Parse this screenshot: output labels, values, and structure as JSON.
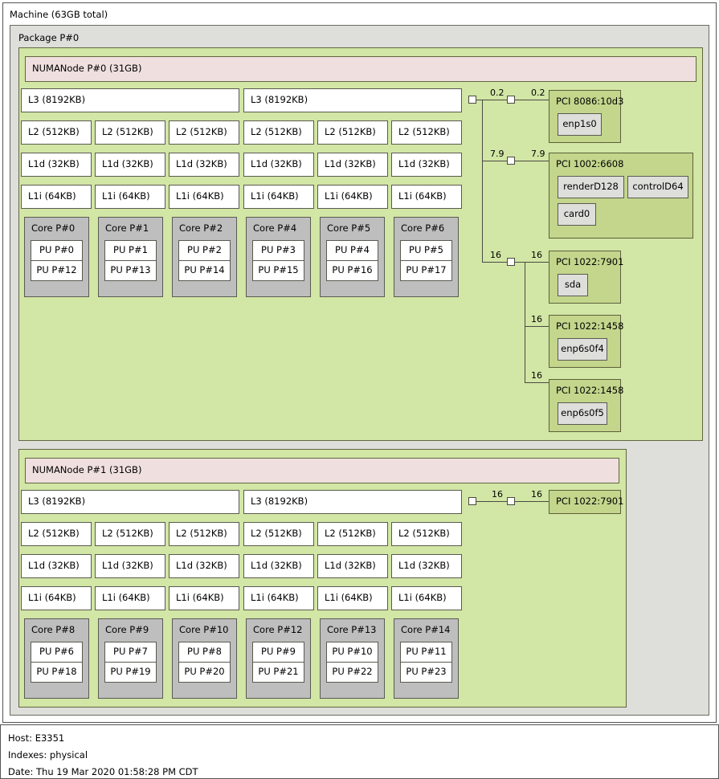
{
  "machine": {
    "label": "Machine (63GB total)"
  },
  "package": {
    "label": "Package P#0"
  },
  "groups": [
    {
      "numanode": {
        "label": "NUMANode P#0 (31GB)"
      },
      "l3": [
        {
          "label": "L3 (8192KB)"
        },
        {
          "label": "L3 (8192KB)"
        }
      ],
      "l2": [
        {
          "label": "L2 (512KB)"
        },
        {
          "label": "L2 (512KB)"
        },
        {
          "label": "L2 (512KB)"
        },
        {
          "label": "L2 (512KB)"
        },
        {
          "label": "L2 (512KB)"
        },
        {
          "label": "L2 (512KB)"
        }
      ],
      "l1d": [
        {
          "label": "L1d (32KB)"
        },
        {
          "label": "L1d (32KB)"
        },
        {
          "label": "L1d (32KB)"
        },
        {
          "label": "L1d (32KB)"
        },
        {
          "label": "L1d (32KB)"
        },
        {
          "label": "L1d (32KB)"
        }
      ],
      "l1i": [
        {
          "label": "L1i (64KB)"
        },
        {
          "label": "L1i (64KB)"
        },
        {
          "label": "L1i (64KB)"
        },
        {
          "label": "L1i (64KB)"
        },
        {
          "label": "L1i (64KB)"
        },
        {
          "label": "L1i (64KB)"
        }
      ],
      "cores": [
        {
          "label": "Core P#0",
          "pus": [
            {
              "label": "PU P#0"
            },
            {
              "label": "PU P#12"
            }
          ]
        },
        {
          "label": "Core P#1",
          "pus": [
            {
              "label": "PU P#1"
            },
            {
              "label": "PU P#13"
            }
          ]
        },
        {
          "label": "Core P#2",
          "pus": [
            {
              "label": "PU P#2"
            },
            {
              "label": "PU P#14"
            }
          ]
        },
        {
          "label": "Core P#4",
          "pus": [
            {
              "label": "PU P#3"
            },
            {
              "label": "PU P#15"
            }
          ]
        },
        {
          "label": "Core P#5",
          "pus": [
            {
              "label": "PU P#4"
            },
            {
              "label": "PU P#16"
            }
          ]
        },
        {
          "label": "Core P#6",
          "pus": [
            {
              "label": "PU P#5"
            },
            {
              "label": "PU P#17"
            }
          ]
        }
      ],
      "pci": [
        {
          "label": "PCI 8086:10d3",
          "bandwidth_left": "0.2",
          "bandwidth_right": "0.2",
          "osdevs": [
            {
              "label": "enp1s0"
            }
          ]
        },
        {
          "label": "PCI 1002:6608",
          "bandwidth_left": "7.9",
          "bandwidth_right": "7.9",
          "osdevs": [
            {
              "label": "renderD128"
            },
            {
              "label": "controlD64"
            },
            {
              "label": "card0"
            }
          ]
        },
        {
          "label": "PCI 1022:7901",
          "bandwidth_left": "16",
          "bandwidth_right": "16",
          "osdevs": [
            {
              "label": "sda"
            }
          ]
        },
        {
          "label": "PCI 1022:1458",
          "bandwidth_left": "",
          "bandwidth_right": "16",
          "osdevs": [
            {
              "label": "enp6s0f4"
            }
          ]
        },
        {
          "label": "PCI 1022:1458",
          "bandwidth_left": "",
          "bandwidth_right": "16",
          "osdevs": [
            {
              "label": "enp6s0f5"
            }
          ]
        }
      ]
    },
    {
      "numanode": {
        "label": "NUMANode P#1 (31GB)"
      },
      "l3": [
        {
          "label": "L3 (8192KB)"
        },
        {
          "label": "L3 (8192KB)"
        }
      ],
      "l2": [
        {
          "label": "L2 (512KB)"
        },
        {
          "label": "L2 (512KB)"
        },
        {
          "label": "L2 (512KB)"
        },
        {
          "label": "L2 (512KB)"
        },
        {
          "label": "L2 (512KB)"
        },
        {
          "label": "L2 (512KB)"
        }
      ],
      "l1d": [
        {
          "label": "L1d (32KB)"
        },
        {
          "label": "L1d (32KB)"
        },
        {
          "label": "L1d (32KB)"
        },
        {
          "label": "L1d (32KB)"
        },
        {
          "label": "L1d (32KB)"
        },
        {
          "label": "L1d (32KB)"
        }
      ],
      "l1i": [
        {
          "label": "L1i (64KB)"
        },
        {
          "label": "L1i (64KB)"
        },
        {
          "label": "L1i (64KB)"
        },
        {
          "label": "L1i (64KB)"
        },
        {
          "label": "L1i (64KB)"
        },
        {
          "label": "L1i (64KB)"
        }
      ],
      "cores": [
        {
          "label": "Core P#8",
          "pus": [
            {
              "label": "PU P#6"
            },
            {
              "label": "PU P#18"
            }
          ]
        },
        {
          "label": "Core P#9",
          "pus": [
            {
              "label": "PU P#7"
            },
            {
              "label": "PU P#19"
            }
          ]
        },
        {
          "label": "Core P#10",
          "pus": [
            {
              "label": "PU P#8"
            },
            {
              "label": "PU P#20"
            }
          ]
        },
        {
          "label": "Core P#12",
          "pus": [
            {
              "label": "PU P#9"
            },
            {
              "label": "PU P#21"
            }
          ]
        },
        {
          "label": "Core P#13",
          "pus": [
            {
              "label": "PU P#10"
            },
            {
              "label": "PU P#22"
            }
          ]
        },
        {
          "label": "Core P#14",
          "pus": [
            {
              "label": "PU P#11"
            },
            {
              "label": "PU P#23"
            }
          ]
        }
      ],
      "pci": [
        {
          "label": "PCI 1022:7901",
          "bandwidth_left": "16",
          "bandwidth_right": "16",
          "osdevs": []
        }
      ]
    }
  ],
  "legend": {
    "host": "Host: E3351",
    "indexes": "Indexes: physical",
    "date": "Date: Thu 19 Mar 2020 01:58:28 PM CDT"
  },
  "colors": {
    "machine_bg": "#ffffff",
    "package_bg": "#dededb",
    "group_bg": "#d2e6a5",
    "numanode_bg": "#efdfdf",
    "cache_bg": "#ffffff",
    "core_bg": "#bebebe",
    "pu_bg": "#ffffff",
    "pci_bg": "#c3d68c",
    "osdev_bg": "#dededb",
    "border": "#5a5a52"
  }
}
